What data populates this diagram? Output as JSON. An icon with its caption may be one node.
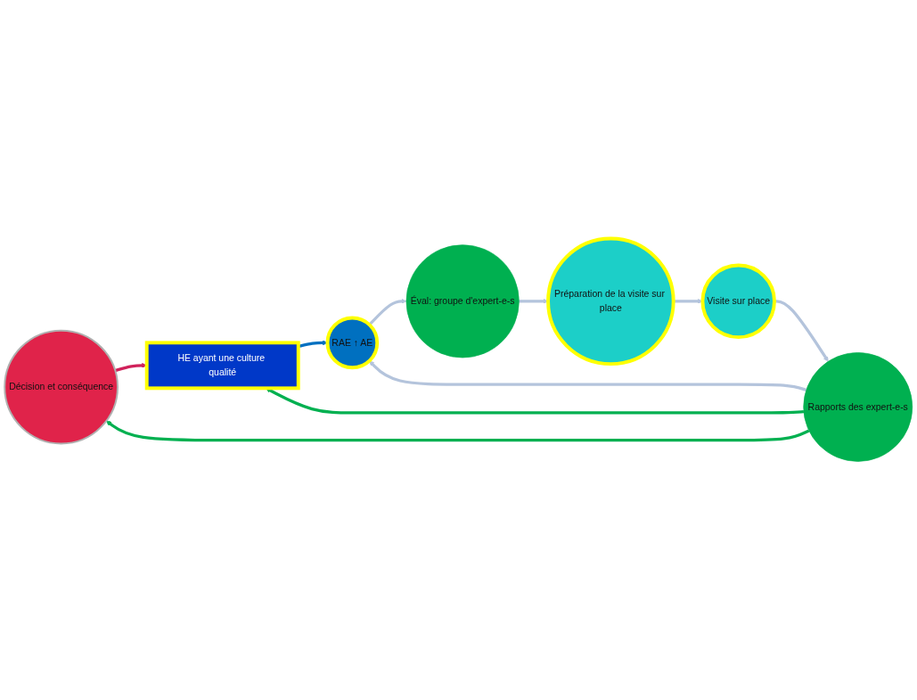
{
  "diagram": {
    "nodes": [
      {
        "text": [
          "Décision et conséquence"
        ]
      },
      {
        "text": [
          "RAE ↑ AE"
        ]
      },
      {
        "text": [
          "Éval: groupe d'expert-e-s"
        ]
      },
      {
        "text": [
          "Préparation de la visite sur place"
        ]
      },
      {
        "text": [
          "Visite sur place"
        ]
      },
      {
        "text": [
          "Rapports des expert-e-s"
        ]
      },
      {
        "text": [
          "HE ayant une culture qualité"
        ]
      }
    ],
    "edges": [
      {
        "from": 5,
        "to": 1,
        "arrow": "to"
      },
      {
        "from": 1,
        "to": 2,
        "arrow": "to"
      },
      {
        "from": 2,
        "to": 3,
        "arrow": "to"
      },
      {
        "from": 3,
        "to": 4,
        "arrow": "to"
      },
      {
        "from": 4,
        "to": 5,
        "arrow": "to"
      },
      {
        "from": 5,
        "to": 0,
        "arrow": "to",
        "color": "#00b050"
      },
      {
        "from": 5,
        "to": 6,
        "arrow": "to",
        "color": "#00b050"
      },
      {
        "from": 6,
        "to": 1,
        "arrow": "to",
        "color": "#0070c0"
      },
      {
        "from": 0,
        "to": 6,
        "arrow": "to",
        "color": "#d0215a"
      }
    ]
  }
}
